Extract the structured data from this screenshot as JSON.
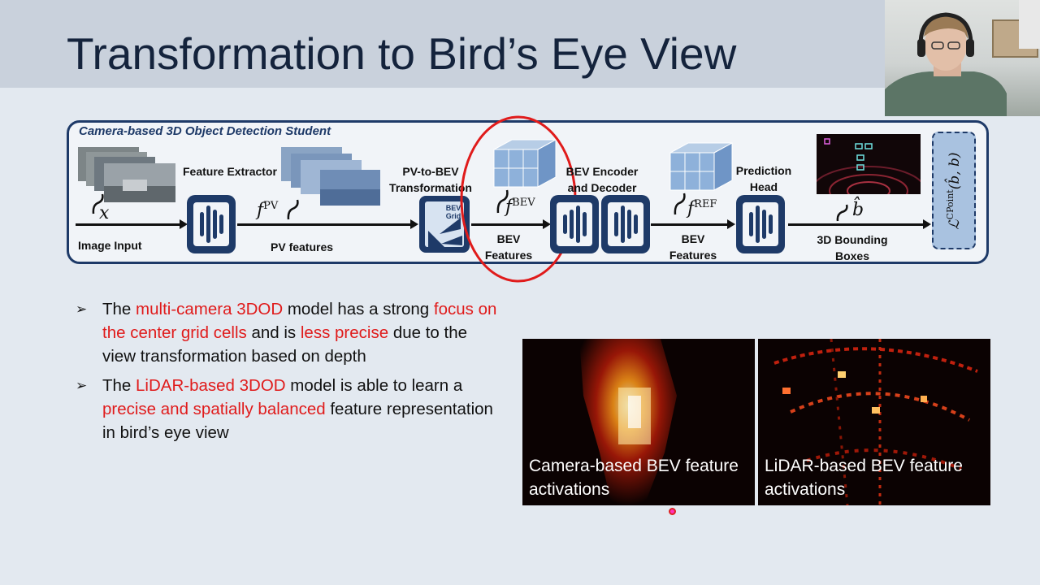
{
  "slide": {
    "title": "Transformation to Bird’s Eye View"
  },
  "diagram": {
    "title": "Camera-based 3D Object Detection Student",
    "labels": {
      "image_input": "Image Input",
      "feature_extractor": "Feature Extractor",
      "pv_features": "PV features",
      "pv_to_bev": "PV-to-BEV Transformation",
      "bev_grid": "BEV Grid",
      "bev_features_1": "BEV Features",
      "bev_encoder_decoder": "BEV Encoder and Decoder",
      "bev_features_2": "BEV Features",
      "prediction_head": "Prediction Head",
      "bounding_boxes": "3D Bounding Boxes"
    },
    "math": {
      "x": "x",
      "f_pv": "f",
      "f_pv_sup": "PV",
      "f_bev": "f",
      "f_bev_sup": "BEV",
      "f_ref": "f",
      "f_ref_sup": "REF",
      "b_hat": "b̂",
      "loss": "ℒ",
      "loss_sup": "CPoint",
      "loss_args": "(b̂, b)"
    }
  },
  "bullets": [
    {
      "parts": [
        {
          "text": "The ",
          "red": false
        },
        {
          "text": "multi-camera 3DOD",
          "red": true
        },
        {
          "text": " model has a strong ",
          "red": false
        },
        {
          "text": "focus on the center grid cells",
          "red": true
        },
        {
          "text": " and is ",
          "red": false
        },
        {
          "text": "less precise",
          "red": true
        },
        {
          "text": " due to the view transformation based on depth",
          "red": false
        }
      ]
    },
    {
      "parts": [
        {
          "text": "The ",
          "red": false
        },
        {
          "text": "LiDAR-based 3DOD",
          "red": true
        },
        {
          "text": " model is able to learn a ",
          "red": false
        },
        {
          "text": "precise and spatially balanced",
          "red": true
        },
        {
          "text": " feature representation in bird’s eye view",
          "red": false
        }
      ]
    }
  ],
  "heatmaps": {
    "camera_caption": "Camera-based BEV feature activations",
    "lidar_caption": "LiDAR-based  BEV feature activations"
  },
  "colors": {
    "accent_red": "#e01b1b",
    "navy": "#1e3a68",
    "loss_fill": "#a9c2e0"
  }
}
